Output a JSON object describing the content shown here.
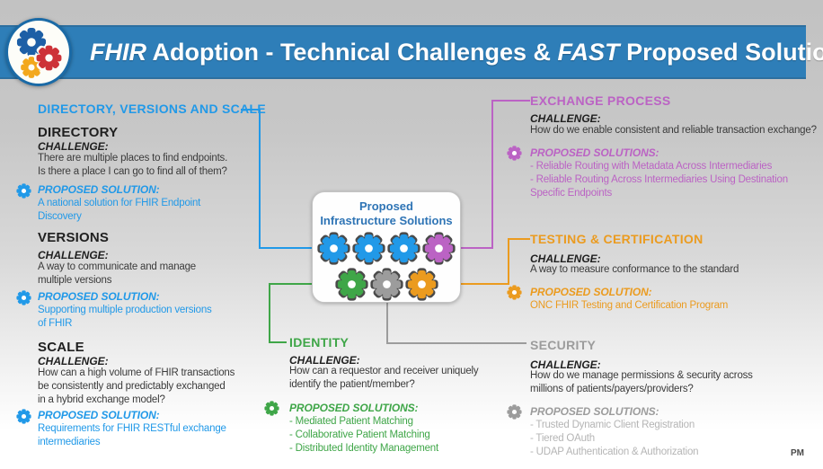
{
  "slide": {
    "title": {
      "part1_italic": "FHIR",
      "part2": " Adoption - Technical Challenges & ",
      "part3_italic": "FAST",
      "part4": " Proposed Solutions"
    },
    "footer_initials": "PM"
  },
  "colors": {
    "banner": "#2e7eb8",
    "blue": "#2199e8",
    "purple": "#bb63c4",
    "orange": "#eb9b1f",
    "green": "#3fa648",
    "gray": "#9c9c9c",
    "gray_light": "#b5b5b5",
    "box_title": "#2e74b5",
    "badge_blue": "#1d5fa6",
    "badge_red": "#cd3238",
    "badge_yellow": "#f3a81d"
  },
  "center_box": {
    "title": "Proposed\nInfrastructure Solutions",
    "top_gears": [
      "blue",
      "blue",
      "blue",
      "purple"
    ],
    "bottom_gears": [
      "green",
      "gray",
      "orange"
    ]
  },
  "left_group": {
    "heading": "DIRECTORY, VERSIONS AND SCALE",
    "sections": [
      {
        "name": "DIRECTORY",
        "challenge_label": "CHALLENGE:",
        "challenge": "There are multiple places to find endpoints.\nIs there a place I can go to find all of them?",
        "solution_label": "PROPOSED SOLUTION:",
        "solution": "A national solution for FHIR Endpoint\nDiscovery"
      },
      {
        "name": "VERSIONS",
        "challenge_label": "CHALLENGE:",
        "challenge": "A way to communicate and manage\nmultiple versions",
        "solution_label": "PROPOSED SOLUTION:",
        "solution": "Supporting multiple production versions\nof FHIR"
      },
      {
        "name": "SCALE",
        "challenge_label": "CHALLENGE:",
        "challenge": "How can a high volume of FHIR transactions\nbe consistently and predictably exchanged\nin a hybrid exchange model?",
        "solution_label": "PROPOSED SOLUTION:",
        "solution": "Requirements for FHIR RESTful exchange\nintermediaries"
      }
    ]
  },
  "sections": {
    "exchange": {
      "heading": "EXCHANGE PROCESS",
      "challenge_label": "CHALLENGE:",
      "challenge": "How do we enable consistent and reliable transaction exchange?",
      "solution_label": "PROPOSED SOLUTIONS:",
      "solution": "- Reliable Routing with Metadata Across Intermediaries\n- Reliable Routing Across Intermediaries Using Destination\nSpecific Endpoints"
    },
    "testing": {
      "heading": "TESTING & CERTIFICATION",
      "challenge_label": "CHALLENGE:",
      "challenge": "A way to measure conformance to the standard",
      "solution_label": "PROPOSED SOLUTION:",
      "solution": "ONC FHIR Testing and Certification Program"
    },
    "identity": {
      "heading": "IDENTITY",
      "challenge_label": "CHALLENGE:",
      "challenge": "How can a requestor and receiver uniquely\nidentify the patient/member?",
      "solution_label": "PROPOSED SOLUTIONS:",
      "solution": "- Mediated Patient Matching\n- Collaborative Patient Matching\n- Distributed Identity Management"
    },
    "security": {
      "heading": "SECURITY",
      "challenge_label": "CHALLENGE:",
      "challenge": "How do we manage permissions & security across\nmillions of patients/payers/providers?",
      "solution_label": "PROPOSED SOLUTIONS:",
      "solution": "- Trusted Dynamic Client Registration\n- Tiered OAuth\n- UDAP Authentication & Authorization"
    }
  }
}
